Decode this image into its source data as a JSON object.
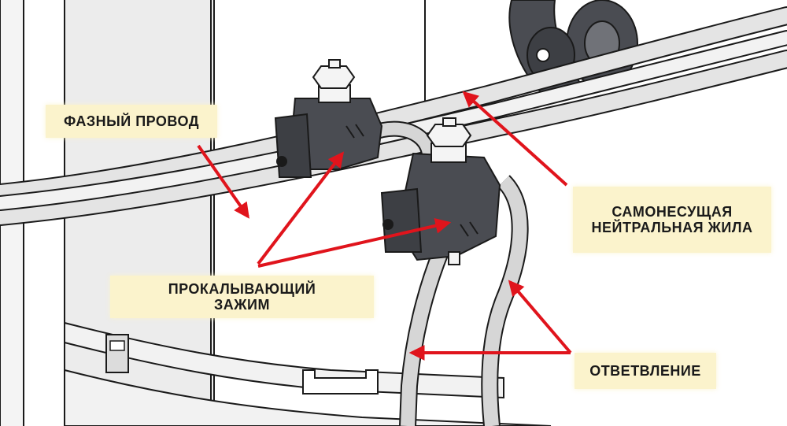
{
  "labels": {
    "phase_wire": "ФАЗНЫЙ ПРОВОД",
    "neutral_line1": "САМОНЕСУЩАЯ",
    "neutral_line2": "НЕЙТРАЛЬНАЯ ЖИЛА",
    "clamp_line1": "ПРОКАЛЫВАЮЩИЙ",
    "clamp_line2": "ЗАЖИМ",
    "branch": "ОТВЕТВЛЕНИЕ"
  },
  "colors": {
    "arrow": "#e0141c",
    "label_bg": "#fbf3cc",
    "label_text": "#1a1a1a",
    "clamp_body": "#4a4c52",
    "pole": "#eeeeee",
    "outline": "#1a1a1a"
  }
}
